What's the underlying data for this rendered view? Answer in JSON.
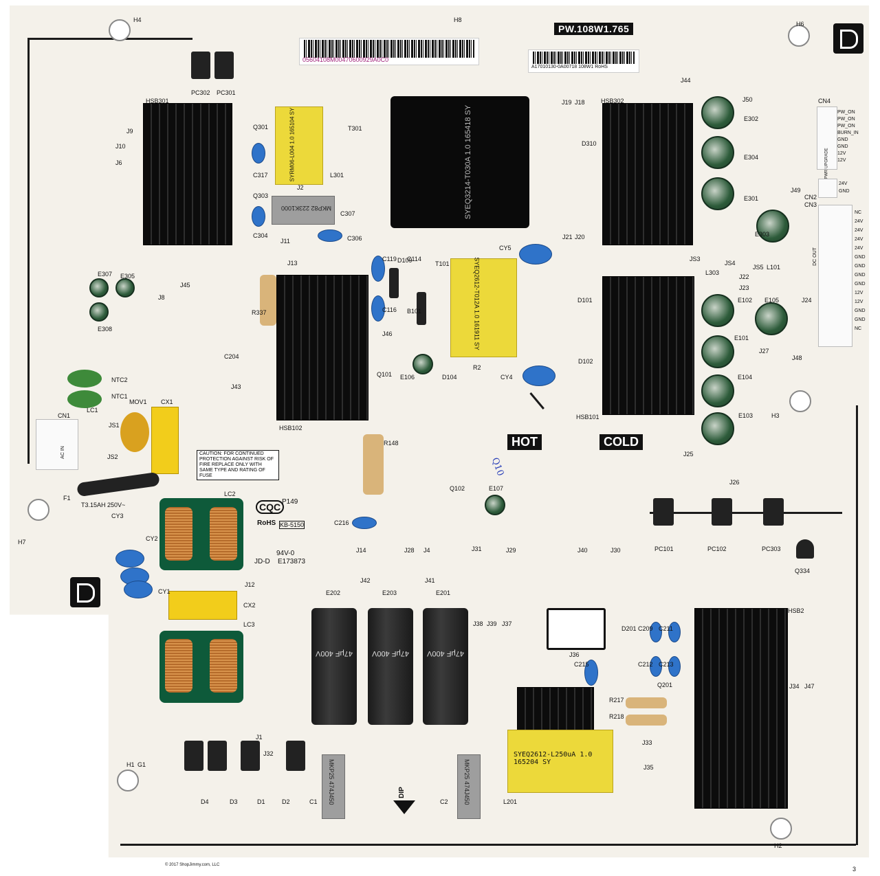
{
  "board": {
    "model": "PW.108W1.765",
    "sticker_left": "05604108M00470600929A0C0",
    "sticker_right": "A17010130-0A00718   108W1  RoHS",
    "hot": "HOT",
    "cold": "COLD",
    "caution": "CAUTION: FOR CONTINUED PROTECTION AGAINST RISK OF FIRE REPLACE ONLY WITH SAME TYPE AND RATING OF FUSE",
    "fuse": "T3.15AH 250V~",
    "cqc": "CQC",
    "rohs": "RoHS",
    "cqc_code": "P149",
    "kb": "KB-5150",
    "ul": "94V-0",
    "ul_code": "JD-D",
    "ul_num": "E173873",
    "copyright": "© 2017 ShopJimmy.com, LLC",
    "page": "3",
    "handwritten": "Q10",
    "dip": "DIP"
  },
  "components": {
    "xfmr1": "SYEQ3214-T030A 1.0  165418  SY",
    "xfmr2": "SYEQ2612-T012A 1.0  161911  SY",
    "xfmr3": "SYEQ2612-L250uA 1.0  165204  SY",
    "xfmr_small": "SYRM06-L004 1.0 165104 SY",
    "cap_grey1": "MKP82 223K1000",
    "cap_grey2": "MKP25 474J450",
    "cap_grey3": "MKP25 474J450",
    "cap_big": "47μF 400V"
  },
  "cn4_pins": [
    "PW_ON",
    "PW_ON",
    "PW_ON",
    "BURN_IN",
    "GND",
    "GND",
    "12V",
    "12V"
  ],
  "cn2_pins": [
    "24V",
    "GND"
  ],
  "cn3_pins": [
    "NC",
    "24V",
    "24V",
    "24V",
    "24V",
    "GND",
    "GND",
    "GND",
    "GND",
    "12V",
    "12V",
    "GND",
    "GND",
    "NC"
  ],
  "side_labels": [
    "PWR UPGRADE",
    "DC OUT",
    "AC IN"
  ],
  "refs": [
    "H4",
    "PC302",
    "PC301",
    "H8",
    "H6",
    "HSB301",
    "J9",
    "J10",
    "J6",
    "Q301",
    "C317",
    "J2",
    "L301",
    "Q303",
    "C304",
    "C307",
    "C306",
    "J11",
    "J45",
    "J8",
    "E307",
    "E305",
    "E308",
    "T301",
    "J19",
    "J18",
    "HSB302",
    "D310",
    "E302",
    "E304",
    "E301",
    "J50",
    "J44",
    "CN4",
    "CN2",
    "CN3",
    "J49",
    "E303",
    "J21",
    "J20",
    "J13",
    "R337",
    "C119",
    "D109",
    "C114",
    "T101",
    "CY5",
    "JS3",
    "JS4",
    "L303",
    "JS5",
    "L101",
    "J22",
    "J23",
    "D101",
    "E102",
    "E105",
    "E101",
    "J27",
    "J24",
    "J48",
    "C116",
    "B101",
    "J46",
    "Q101",
    "E106",
    "D104",
    "R2",
    "CY4",
    "D102",
    "E104",
    "HSB101",
    "E103",
    "H3",
    "C204",
    "J43",
    "HSB102",
    "NTC2",
    "NTC1",
    "MOV1",
    "CX1",
    "LC1",
    "JS1",
    "JS2",
    "CN1",
    "F1",
    "LC2",
    "CY3",
    "CY2",
    "H7",
    "R148",
    "Q102",
    "E107",
    "C216",
    "J14",
    "J28",
    "J4",
    "J31",
    "J29",
    "J40",
    "J30",
    "J25",
    "J26",
    "PC101",
    "PC102",
    "PC303",
    "Q334",
    "J12",
    "CY1",
    "CX2",
    "LC3",
    "J42",
    "J41",
    "E202",
    "E203",
    "E201",
    "J38",
    "J39",
    "J37",
    "D201",
    "J36",
    "C215",
    "C209",
    "C211",
    "C212",
    "C213",
    "Q201",
    "HSB2",
    "J34",
    "J47",
    "R217",
    "R218",
    "J33",
    "J35",
    "L201",
    "J1",
    "J32",
    "D4",
    "D3",
    "D1",
    "D2",
    "C1",
    "C2",
    "H1",
    "G1",
    "H2"
  ]
}
